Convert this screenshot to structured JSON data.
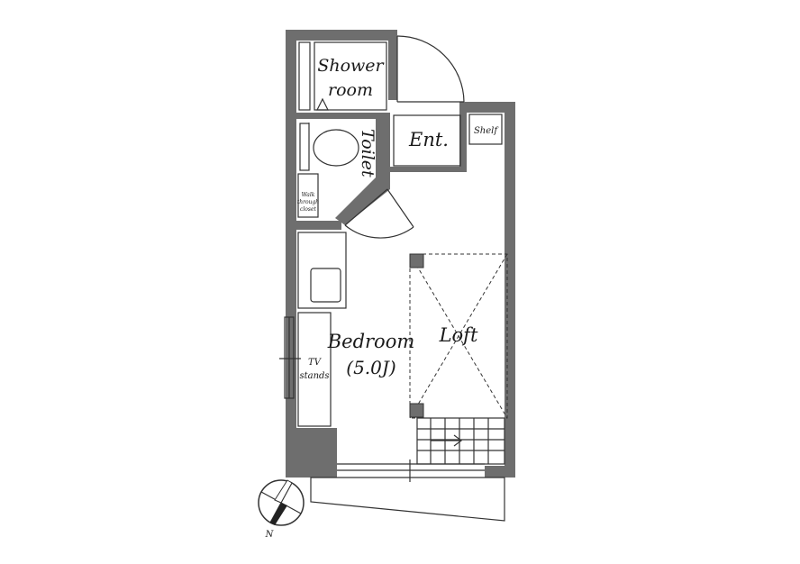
{
  "rooms": {
    "shower_line1": "Shower",
    "shower_line2": "room",
    "toilet": "Toilet",
    "entrance": "Ent.",
    "shelf": "Shelf",
    "closet_line1": "Walk",
    "closet_line2": "through",
    "closet_line3": "closet",
    "bedroom": "Bedroom",
    "bedroom_size": "(5.0J)",
    "loft": "Loft",
    "tv_line1": "TV",
    "tv_line2": "stands"
  },
  "compass": {
    "north_label": "N"
  },
  "colors": {
    "wall": "#6e6e6e",
    "line": "#333333",
    "background": "#ffffff"
  }
}
